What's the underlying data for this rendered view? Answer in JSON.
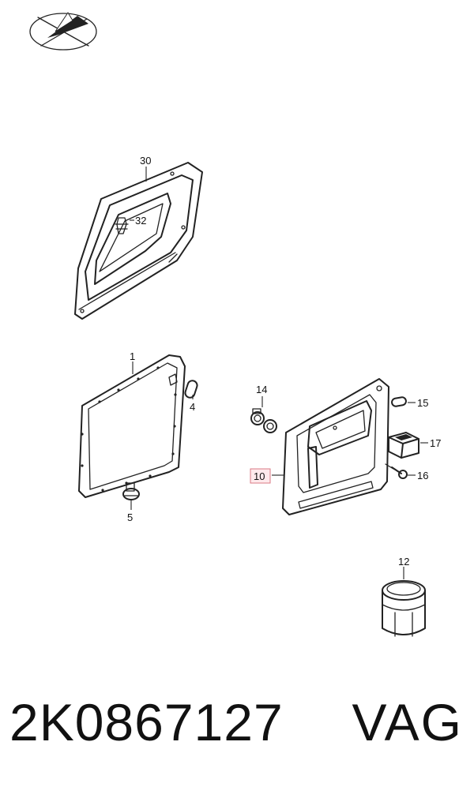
{
  "callouts": {
    "c30": "30",
    "c32": "32",
    "c1": "1",
    "c4": "4",
    "c5": "5",
    "c14": "14",
    "c15": "15",
    "c17": "17",
    "c10": "10",
    "c16": "16",
    "c12": "12"
  },
  "highlighted_callout": "10",
  "colors": {
    "highlight_fill": "#ffe9ec",
    "highlight_border": "#d87a85",
    "line": "#222222"
  },
  "footer": {
    "part_number": "2K0867127",
    "brand": "VAG"
  }
}
